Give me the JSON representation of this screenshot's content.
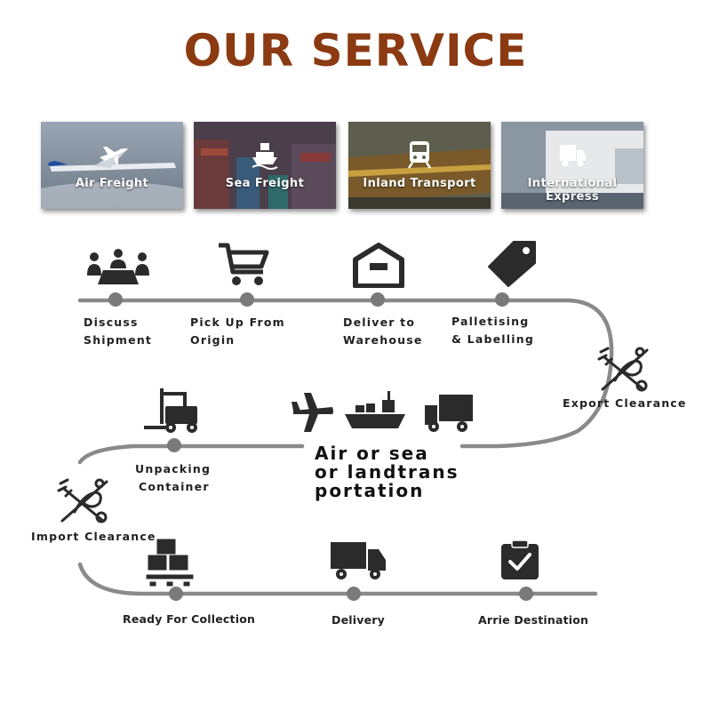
{
  "title": "OUR SERVICE",
  "colors": {
    "title": "#8b3a12",
    "icon": "#2b2b2b",
    "route": "#8a8a8a",
    "dot": "#7a7a7a"
  },
  "services": [
    {
      "label": "Air Freight",
      "icon": "airplane-icon"
    },
    {
      "label": "Sea Freight",
      "icon": "ship-icon"
    },
    {
      "label": "Inland Transport",
      "icon": "train-icon"
    },
    {
      "label": "International Express",
      "icon": "truck-icon"
    }
  ],
  "steps": {
    "discuss": {
      "line1": "Discuss",
      "line2": "Shipment",
      "icon": "meeting-icon"
    },
    "pickup": {
      "line1": "Pick Up From",
      "line2": "Origin",
      "icon": "cart-icon"
    },
    "warehouse": {
      "line1": "Deliver to",
      "line2": "Warehouse",
      "icon": "warehouse-icon"
    },
    "palletise": {
      "line1": "Palletising",
      "line2": "& Labelling",
      "icon": "tag-icon"
    },
    "export": {
      "label": "Export Clearance",
      "icon": "customs-icon"
    },
    "transport": {
      "line1": "Air or sea",
      "line2": "or landtrans",
      "line3": "portation",
      "icons": [
        "airplane-icon",
        "ship-icon",
        "truck-icon"
      ]
    },
    "unpacking": {
      "line1": "Unpacking",
      "line2": "Container",
      "icon": "forklift-icon"
    },
    "import": {
      "label": "Import Clearance",
      "icon": "customs-icon"
    },
    "ready": {
      "label": "Ready For Collection",
      "icon": "boxes-icon"
    },
    "delivery": {
      "label": "Delivery",
      "icon": "truck-icon"
    },
    "arrive": {
      "label": "Arrie Destination",
      "icon": "clipboard-check-icon"
    }
  }
}
